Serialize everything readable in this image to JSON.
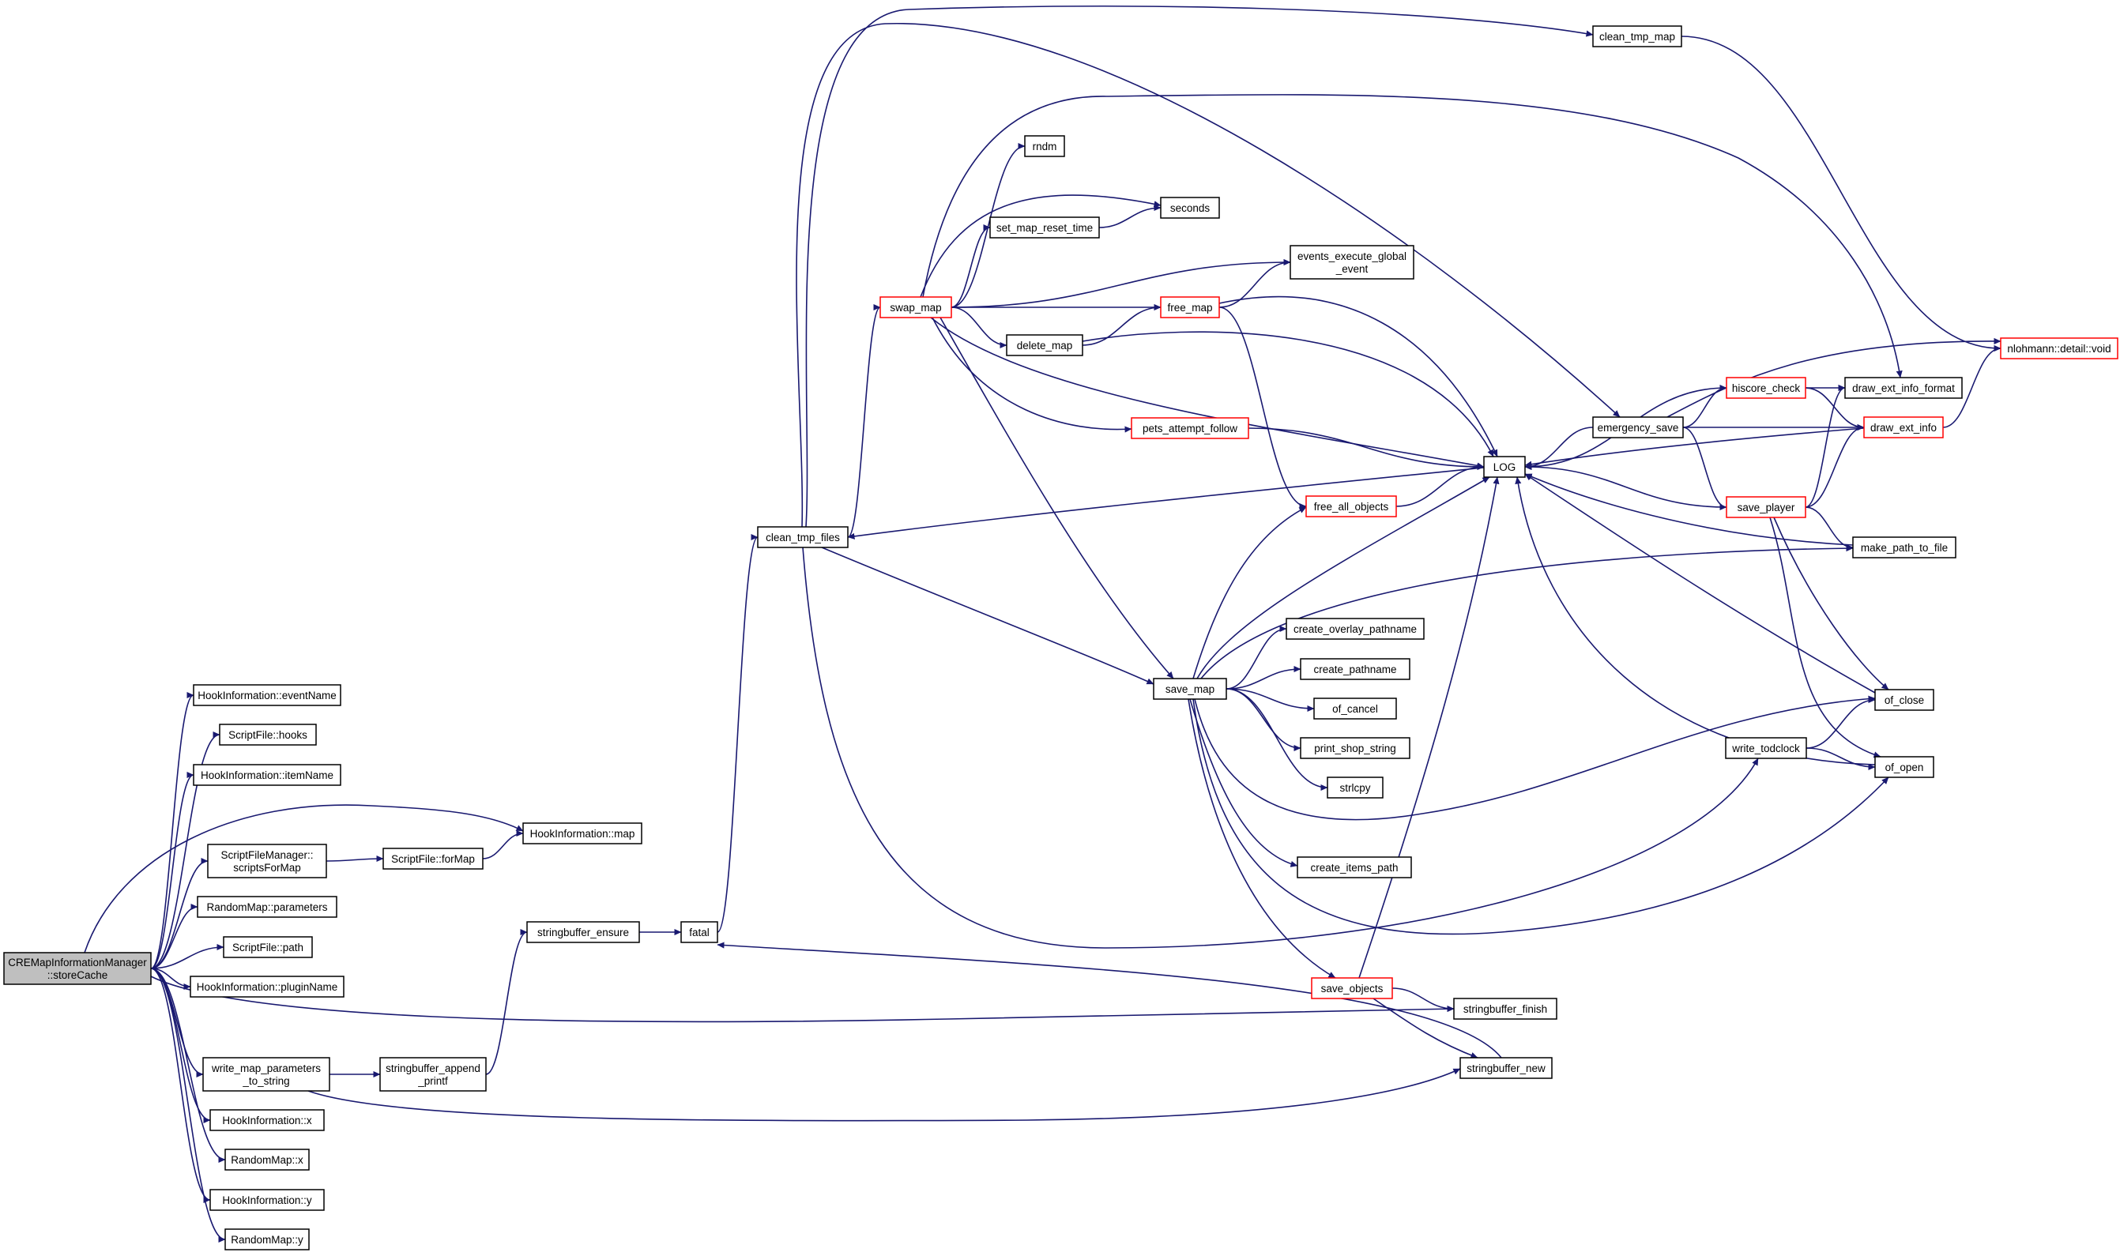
{
  "diagram": {
    "title": "",
    "edge_color": "#191970",
    "highlight_border_color": "#ff0000",
    "root_fill": "#bfbfbf",
    "nodes": [
      {
        "id": "root",
        "lines": [
          "CREMapInformationManager",
          "::storeCache"
        ],
        "style": "root"
      },
      {
        "id": "hi_eventName",
        "lines": [
          "HookInformation::eventName"
        ]
      },
      {
        "id": "sf_hooks",
        "lines": [
          "ScriptFile::hooks"
        ]
      },
      {
        "id": "hi_itemName",
        "lines": [
          "HookInformation::itemName"
        ]
      },
      {
        "id": "hi_map",
        "lines": [
          "HookInformation::map"
        ]
      },
      {
        "id": "sfm_scriptsForMap",
        "lines": [
          "ScriptFileManager::",
          "scriptsForMap"
        ]
      },
      {
        "id": "sf_forMap",
        "lines": [
          "ScriptFile::forMap"
        ]
      },
      {
        "id": "rm_parameters",
        "lines": [
          "RandomMap::parameters"
        ]
      },
      {
        "id": "sf_path",
        "lines": [
          "ScriptFile::path"
        ]
      },
      {
        "id": "hi_pluginName",
        "lines": [
          "HookInformation::pluginName"
        ]
      },
      {
        "id": "write_map_parameters",
        "lines": [
          "write_map_parameters",
          "_to_string"
        ]
      },
      {
        "id": "stringbuffer_append",
        "lines": [
          "stringbuffer_append",
          "_printf"
        ]
      },
      {
        "id": "hi_x",
        "lines": [
          "HookInformation::x"
        ]
      },
      {
        "id": "rm_x",
        "lines": [
          "RandomMap::x"
        ]
      },
      {
        "id": "hi_y",
        "lines": [
          "HookInformation::y"
        ]
      },
      {
        "id": "rm_y",
        "lines": [
          "RandomMap::y"
        ]
      },
      {
        "id": "stringbuffer_ensure",
        "lines": [
          "stringbuffer_ensure"
        ]
      },
      {
        "id": "fatal",
        "lines": [
          "fatal"
        ]
      },
      {
        "id": "clean_tmp_files",
        "lines": [
          "clean_tmp_files"
        ]
      },
      {
        "id": "clean_tmp_map",
        "lines": [
          "clean_tmp_map"
        ]
      },
      {
        "id": "swap_map",
        "lines": [
          "swap_map"
        ],
        "style": "red"
      },
      {
        "id": "rndm",
        "lines": [
          "rndm"
        ]
      },
      {
        "id": "seconds",
        "lines": [
          "seconds"
        ]
      },
      {
        "id": "set_map_reset_time",
        "lines": [
          "set_map_reset_time"
        ]
      },
      {
        "id": "events_execute_global_event",
        "lines": [
          "events_execute_global",
          "_event"
        ]
      },
      {
        "id": "free_map",
        "lines": [
          "free_map"
        ],
        "style": "red"
      },
      {
        "id": "delete_map",
        "lines": [
          "delete_map"
        ]
      },
      {
        "id": "pets_attempt_follow",
        "lines": [
          "pets_attempt_follow"
        ],
        "style": "red"
      },
      {
        "id": "LOG",
        "lines": [
          "LOG"
        ]
      },
      {
        "id": "free_all_objects",
        "lines": [
          "free_all_objects"
        ],
        "style": "red"
      },
      {
        "id": "emergency_save",
        "lines": [
          "emergency_save"
        ]
      },
      {
        "id": "hiscore_check",
        "lines": [
          "hiscore_check"
        ],
        "style": "red"
      },
      {
        "id": "draw_ext_info_format",
        "lines": [
          "draw_ext_info_format"
        ]
      },
      {
        "id": "draw_ext_info",
        "lines": [
          "draw_ext_info"
        ],
        "style": "red"
      },
      {
        "id": "nlohmann_void",
        "lines": [
          "nlohmann::detail::void"
        ],
        "style": "red"
      },
      {
        "id": "save_player",
        "lines": [
          "save_player"
        ],
        "style": "red"
      },
      {
        "id": "make_path_to_file",
        "lines": [
          "make_path_to_file"
        ]
      },
      {
        "id": "save_map",
        "lines": [
          "save_map"
        ]
      },
      {
        "id": "create_overlay_pathname",
        "lines": [
          "create_overlay_pathname"
        ]
      },
      {
        "id": "create_pathname",
        "lines": [
          "create_pathname"
        ]
      },
      {
        "id": "of_cancel",
        "lines": [
          "of_cancel"
        ]
      },
      {
        "id": "print_shop_string",
        "lines": [
          "print_shop_string"
        ]
      },
      {
        "id": "strlcpy",
        "lines": [
          "strlcpy"
        ]
      },
      {
        "id": "create_items_path",
        "lines": [
          "create_items_path"
        ]
      },
      {
        "id": "of_close",
        "lines": [
          "of_close"
        ]
      },
      {
        "id": "write_todclock",
        "lines": [
          "write_todclock"
        ]
      },
      {
        "id": "of_open",
        "lines": [
          "of_open"
        ]
      },
      {
        "id": "save_objects",
        "lines": [
          "save_objects"
        ],
        "style": "red"
      },
      {
        "id": "stringbuffer_finish",
        "lines": [
          "stringbuffer_finish"
        ]
      },
      {
        "id": "stringbuffer_new",
        "lines": [
          "stringbuffer_new"
        ]
      }
    ],
    "edges": [
      [
        "root",
        "hi_eventName"
      ],
      [
        "root",
        "sf_hooks"
      ],
      [
        "root",
        "hi_itemName"
      ],
      [
        "root",
        "hi_map"
      ],
      [
        "root",
        "sfm_scriptsForMap"
      ],
      [
        "root",
        "rm_parameters"
      ],
      [
        "root",
        "sf_path"
      ],
      [
        "root",
        "hi_pluginName"
      ],
      [
        "root",
        "stringbuffer_finish"
      ],
      [
        "root",
        "write_map_parameters"
      ],
      [
        "root",
        "hi_x"
      ],
      [
        "root",
        "rm_x"
      ],
      [
        "root",
        "hi_y"
      ],
      [
        "root",
        "rm_y"
      ],
      [
        "sfm_scriptsForMap",
        "sf_forMap"
      ],
      [
        "sf_forMap",
        "hi_map"
      ],
      [
        "write_map_parameters",
        "stringbuffer_append"
      ],
      [
        "write_map_parameters",
        "stringbuffer_new"
      ],
      [
        "stringbuffer_append",
        "stringbuffer_ensure"
      ],
      [
        "stringbuffer_ensure",
        "fatal"
      ],
      [
        "fatal",
        "clean_tmp_files"
      ],
      [
        "stringbuffer_new",
        "fatal"
      ],
      [
        "clean_tmp_files",
        "clean_tmp_map"
      ],
      [
        "clean_tmp_files",
        "emergency_save"
      ],
      [
        "clean_tmp_files",
        "swap_map"
      ],
      [
        "clean_tmp_files",
        "save_map"
      ],
      [
        "clean_tmp_files",
        "write_todclock"
      ],
      [
        "LOG",
        "clean_tmp_files"
      ],
      [
        "clean_tmp_map",
        "nlohmann_void"
      ],
      [
        "swap_map",
        "rndm"
      ],
      [
        "swap_map",
        "seconds"
      ],
      [
        "swap_map",
        "set_map_reset_time"
      ],
      [
        "swap_map",
        "events_execute_global_event"
      ],
      [
        "swap_map",
        "free_map"
      ],
      [
        "swap_map",
        "delete_map"
      ],
      [
        "swap_map",
        "pets_attempt_follow"
      ],
      [
        "swap_map",
        "LOG"
      ],
      [
        "swap_map",
        "save_map"
      ],
      [
        "swap_map",
        "draw_ext_info_format"
      ],
      [
        "set_map_reset_time",
        "seconds"
      ],
      [
        "free_map",
        "events_execute_global_event"
      ],
      [
        "free_map",
        "LOG"
      ],
      [
        "free_map",
        "free_all_objects"
      ],
      [
        "delete_map",
        "free_map"
      ],
      [
        "delete_map",
        "LOG"
      ],
      [
        "pets_attempt_follow",
        "LOG"
      ],
      [
        "free_all_objects",
        "LOG"
      ],
      [
        "emergency_save",
        "LOG"
      ],
      [
        "emergency_save",
        "hiscore_check"
      ],
      [
        "emergency_save",
        "draw_ext_info"
      ],
      [
        "emergency_save",
        "save_player"
      ],
      [
        "emergency_save",
        "nlohmann_void"
      ],
      [
        "hiscore_check",
        "LOG"
      ],
      [
        "hiscore_check",
        "draw_ext_info_format"
      ],
      [
        "hiscore_check",
        "draw_ext_info"
      ],
      [
        "draw_ext_info",
        "LOG"
      ],
      [
        "draw_ext_info",
        "nlohmann_void"
      ],
      [
        "save_player",
        "LOG"
      ],
      [
        "save_player",
        "draw_ext_info_format"
      ],
      [
        "save_player",
        "draw_ext_info"
      ],
      [
        "save_player",
        "make_path_to_file"
      ],
      [
        "save_player",
        "of_close"
      ],
      [
        "save_player",
        "of_open"
      ],
      [
        "make_path_to_file",
        "LOG"
      ],
      [
        "of_close",
        "LOG"
      ],
      [
        "of_open",
        "LOG"
      ],
      [
        "write_todclock",
        "of_close"
      ],
      [
        "write_todclock",
        "of_open"
      ],
      [
        "save_map",
        "LOG"
      ],
      [
        "save_map",
        "free_all_objects"
      ],
      [
        "save_map",
        "make_path_to_file"
      ],
      [
        "save_map",
        "create_overlay_pathname"
      ],
      [
        "save_map",
        "create_pathname"
      ],
      [
        "save_map",
        "of_cancel"
      ],
      [
        "save_map",
        "print_shop_string"
      ],
      [
        "save_map",
        "strlcpy"
      ],
      [
        "save_map",
        "create_items_path"
      ],
      [
        "save_map",
        "of_close"
      ],
      [
        "save_map",
        "of_open"
      ],
      [
        "save_map",
        "save_objects"
      ],
      [
        "save_objects",
        "LOG"
      ],
      [
        "save_objects",
        "stringbuffer_finish"
      ],
      [
        "save_objects",
        "stringbuffer_new"
      ]
    ]
  }
}
